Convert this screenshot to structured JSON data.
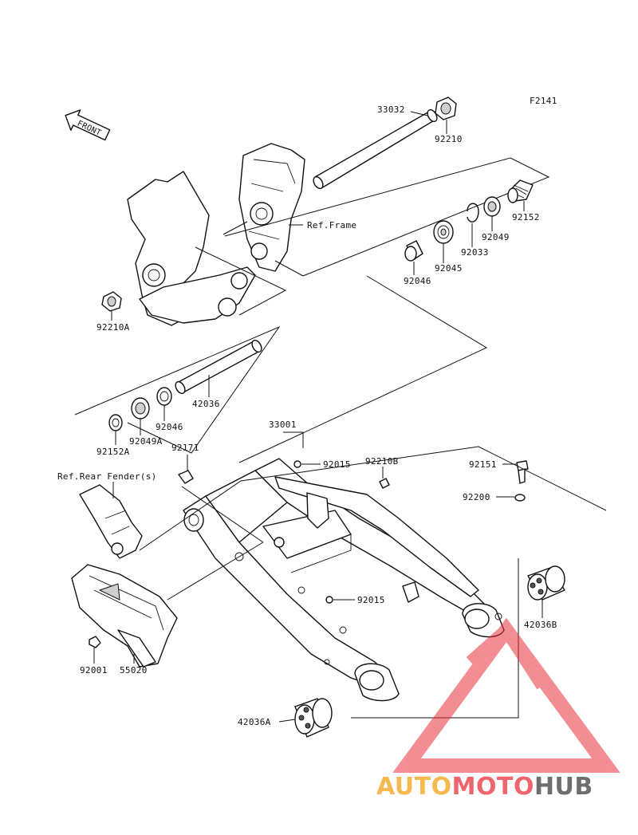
{
  "figure_code": "F2141",
  "front_label": "FRONT",
  "callouts": {
    "c33032": "33032",
    "c92210": "92210",
    "c92152": "92152",
    "c92049": "92049",
    "c92033": "92033",
    "c92045": "92045",
    "c92046a": "92046",
    "c92210A": "92210A",
    "ref_frame": "Ref.Frame",
    "c42036": "42036",
    "c92046b": "92046",
    "c92049A": "92049A",
    "c92152A": "92152A",
    "c92171": "92171",
    "ref_fender": "Ref.Rear Fender(s)",
    "c33001": "33001",
    "c92015a": "92015",
    "c92210B": "92210B",
    "c92151": "92151",
    "c92200": "92200",
    "c92015b": "92015",
    "c42036B": "42036B",
    "c92001": "92001",
    "c55020": "55020",
    "c42036A": "42036A"
  },
  "watermark": {
    "part1": "AUTO",
    "part2": "MOTO",
    "part3": "HUB",
    "color_orange": "#f5a623",
    "color_red": "#e8323c",
    "color_gray": "#555555"
  }
}
